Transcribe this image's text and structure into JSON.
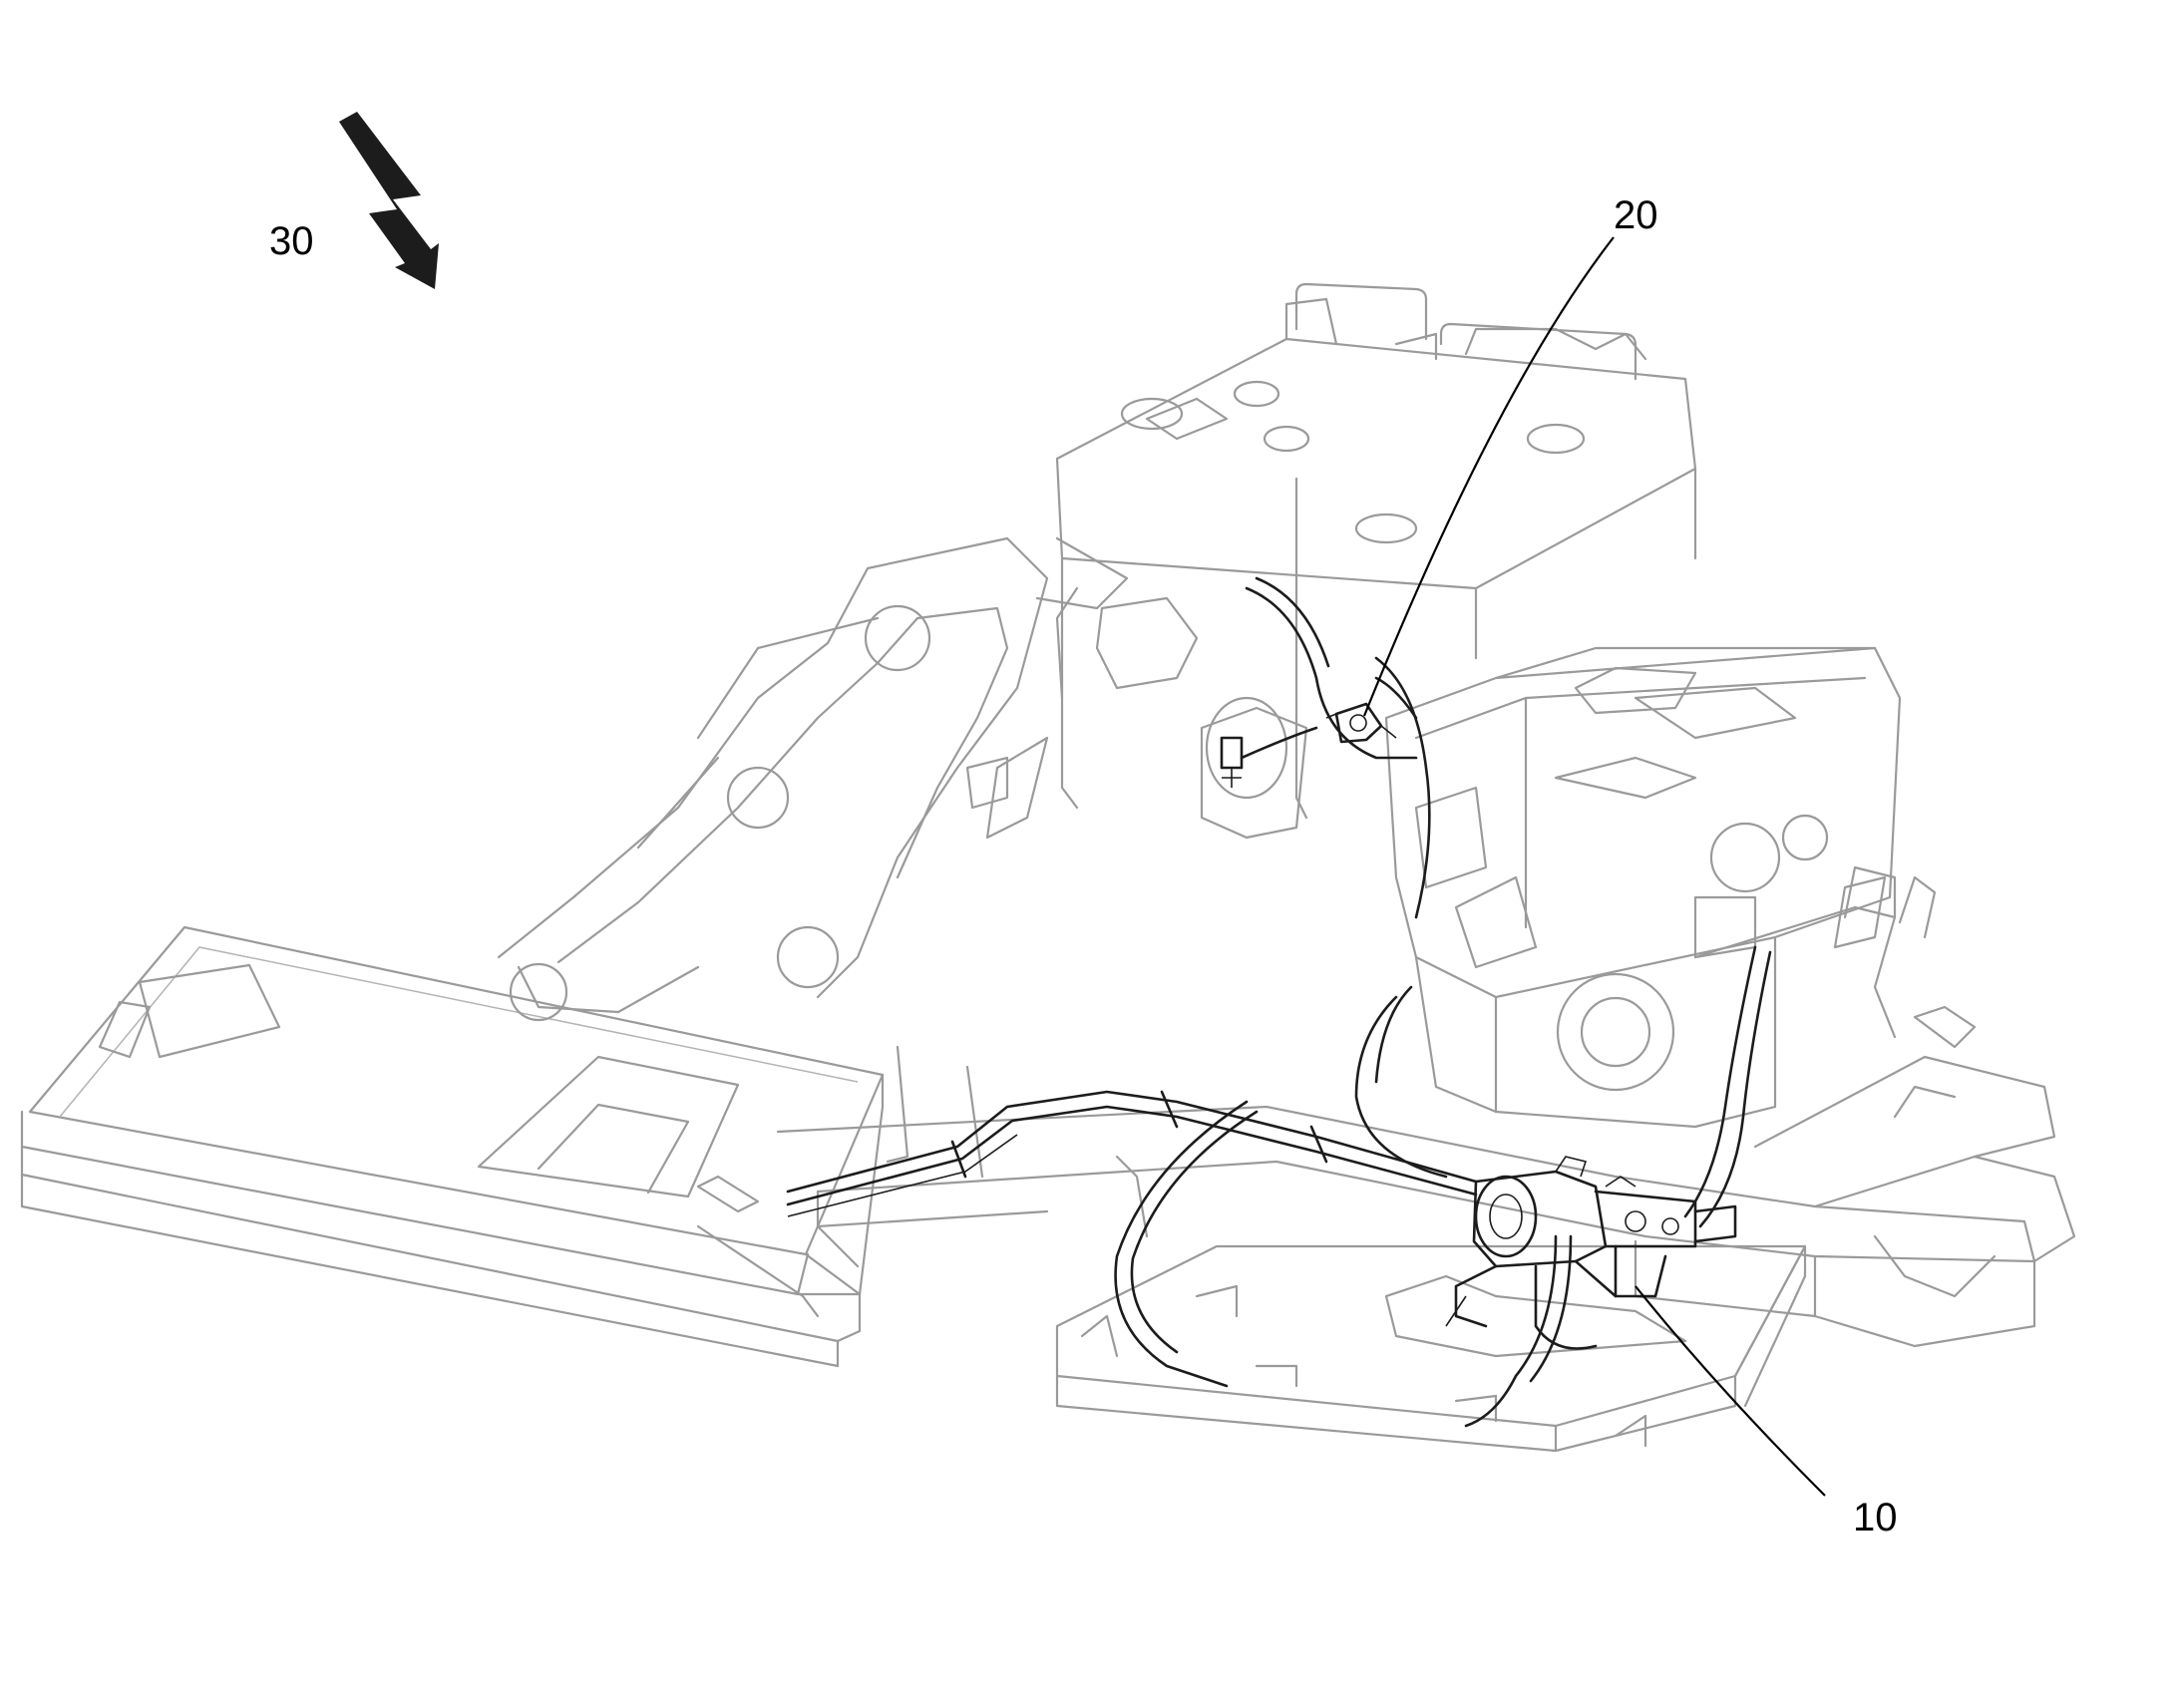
{
  "figure": {
    "reference_numerals": [
      {
        "id": "ref-30",
        "text": "30"
      },
      {
        "id": "ref-20",
        "text": "20"
      },
      {
        "id": "ref-10",
        "text": "10"
      }
    ],
    "icons": {
      "direction_arrow": "lightning-bolt-arrow-icon"
    },
    "colors": {
      "background": "#ffffff",
      "ghost_lines": "#9a9a9a",
      "highlight_lines": "#1c1c1c"
    }
  }
}
